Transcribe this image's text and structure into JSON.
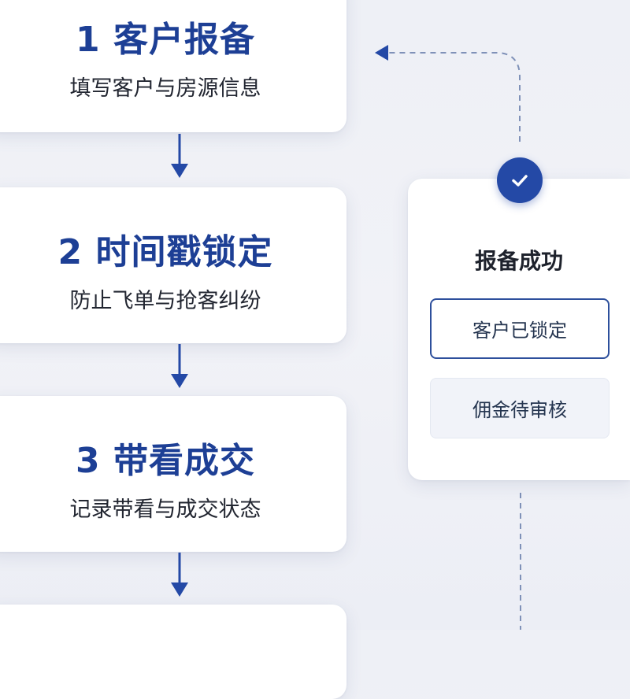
{
  "steps": [
    {
      "title": "1 客户报备",
      "subtitle": "填写客户与房源信息"
    },
    {
      "title": "2 时间戳锁定",
      "subtitle": "防止飞单与抢客纠纷"
    },
    {
      "title": "3 带看成交",
      "subtitle": "记录带看与成交状态"
    },
    {
      "title": "",
      "subtitle": ""
    }
  ],
  "status_card": {
    "icon": "check-icon",
    "title": "报备成功",
    "primary_label": "客户已锁定",
    "secondary_label": "佣金待审核"
  },
  "colors": {
    "accent": "#1d3f95",
    "badge": "#2449a6",
    "connector": "#7f91b8",
    "background": "#eef0f6"
  }
}
